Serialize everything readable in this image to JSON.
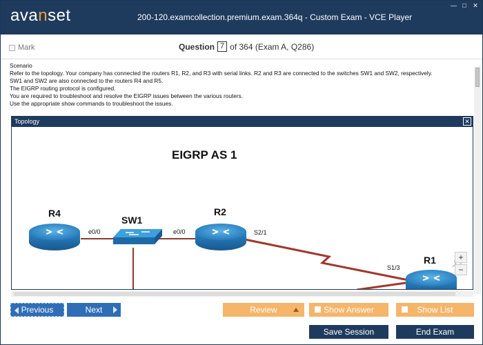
{
  "app": {
    "logo_main": "ava",
    "logo_accent": "n",
    "logo_rest": "set",
    "window_title": "200-120.examcollection.premium.exam.364q - Custom Exam - VCE Player"
  },
  "question_bar": {
    "mark_label": "Mark",
    "question_word": "Question",
    "question_number": "7",
    "of_text": "of 364 (Exam A, Q286)"
  },
  "scenario": {
    "lines": [
      "Scenario",
      "Refer to the topology. Your company has connected the routers R1, R2, and R3 with serial links. R2 and R3 are connected to the switches SW1 and SW2, respectively.",
      "SW1 and SW2 are also connected to the routers R4 and R5.",
      "The EIGRP routing protocol is configured.",
      "You are required to troubleshoot and resolve the EIGRP issues between the various routers.",
      "Use the appropriate show commands to troubleshoot the issues."
    ]
  },
  "topology": {
    "panel_title": "Topology",
    "diagram_title": "EIGRP AS 1",
    "devices": {
      "r4": "R4",
      "sw1": "SW1",
      "r2": "R2",
      "r1": "R1"
    },
    "interfaces": {
      "r4_e00": "e0/0",
      "r2_e00": "e0/0",
      "r2_s21": "S2/1",
      "r1_s13": "S1/3"
    },
    "colors": {
      "router": "#2d8fc9",
      "serial_link": "#a0372d",
      "ethernet_link": "#8b3a2f"
    }
  },
  "buttons": {
    "previous": "Previous",
    "next": "Next",
    "review": "Review",
    "show_answer": "Show Answer",
    "show_list": "Show List",
    "save_session": "Save Session",
    "end_exam": "End Exam"
  }
}
